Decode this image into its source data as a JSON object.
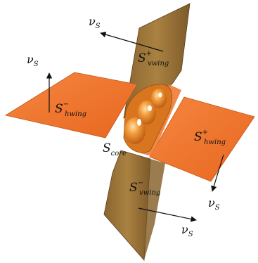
{
  "figure": {
    "normal_symbol": "ν",
    "normal_subscript": "S",
    "labels": {
      "vwing_plus": {
        "base": "S",
        "sup": "+",
        "sub": "vwing"
      },
      "vwing_minus": {
        "base": "S",
        "sup": "−",
        "sub": "vwing"
      },
      "hwing_plus": {
        "base": "S",
        "sup": "+",
        "sub": "hwing"
      },
      "hwing_minus": {
        "base": "S",
        "sup": "−",
        "sub": "hwing"
      },
      "core": {
        "base": "S",
        "sub": "core"
      }
    },
    "colors": {
      "horizontal_wing": "#f2772e",
      "horizontal_wing_dark": "#d45f1c",
      "vertical_wing": "#a0783a",
      "vertical_wing_dark": "#6e4f22",
      "core": "#e8801e"
    }
  }
}
